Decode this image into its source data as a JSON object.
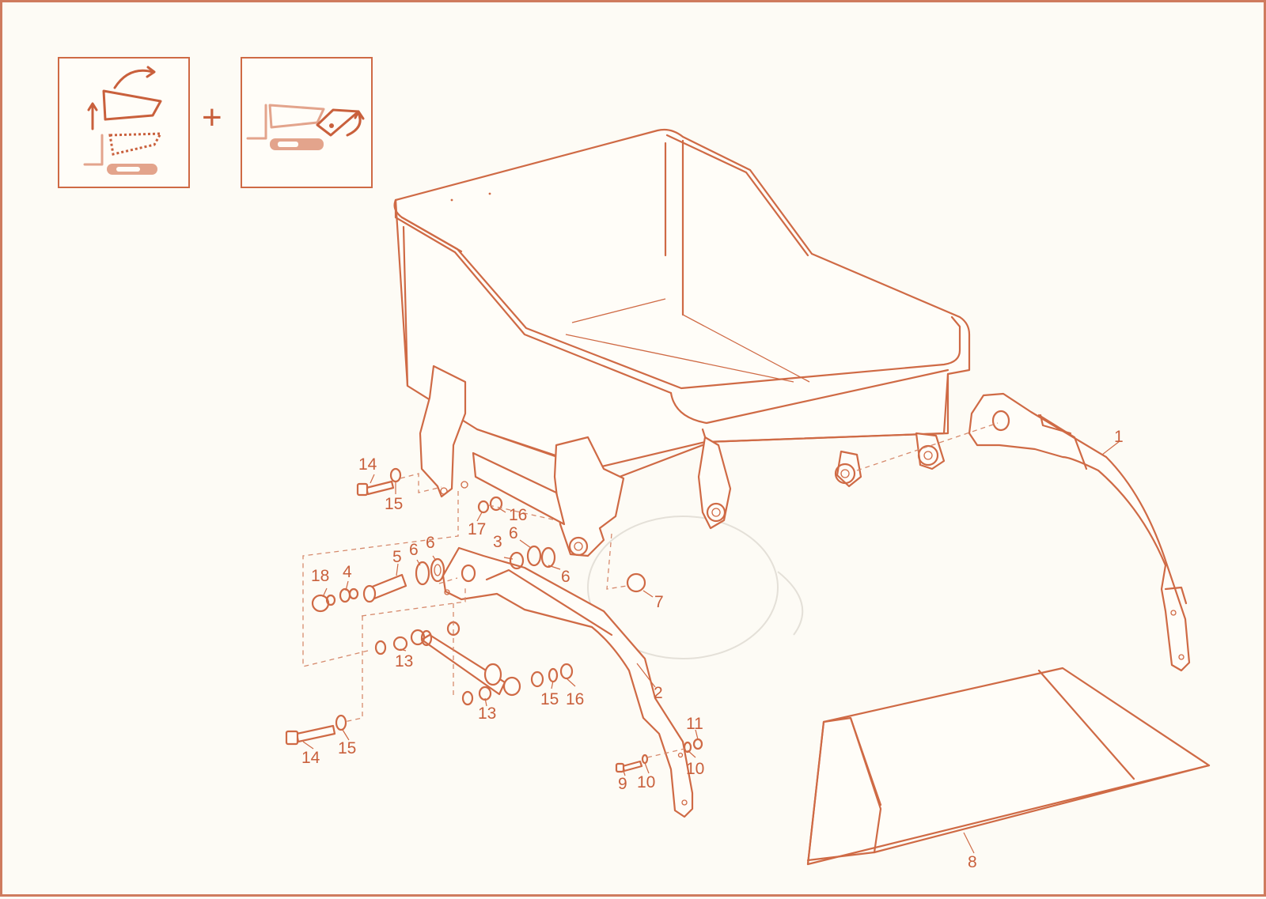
{
  "diagram": {
    "part_labels": {
      "p1": "1",
      "p2": "2",
      "p3": "3",
      "p4": "4",
      "p5": "5",
      "p6a": "6",
      "p6b": "6",
      "p6c": "6",
      "p6d": "6",
      "p7": "7",
      "p8": "8",
      "p9": "9",
      "p10a": "10",
      "p10b": "10",
      "p11": "11",
      "p13a": "13",
      "p13b": "13",
      "p14a": "14",
      "p14b": "14",
      "p15a": "15",
      "p15b": "15",
      "p15c": "15",
      "p16a": "16",
      "p16b": "16",
      "p17": "17",
      "p18": "18"
    },
    "header_icons": {
      "plus_sign": "+",
      "icon1": "tipping-bucket-icon",
      "icon2": "excavator-bucket-icon"
    },
    "colors": {
      "line": "#cf6a45",
      "text": "#c9603c",
      "border": "#cf7b5e",
      "background": "#fdfbf5"
    }
  }
}
